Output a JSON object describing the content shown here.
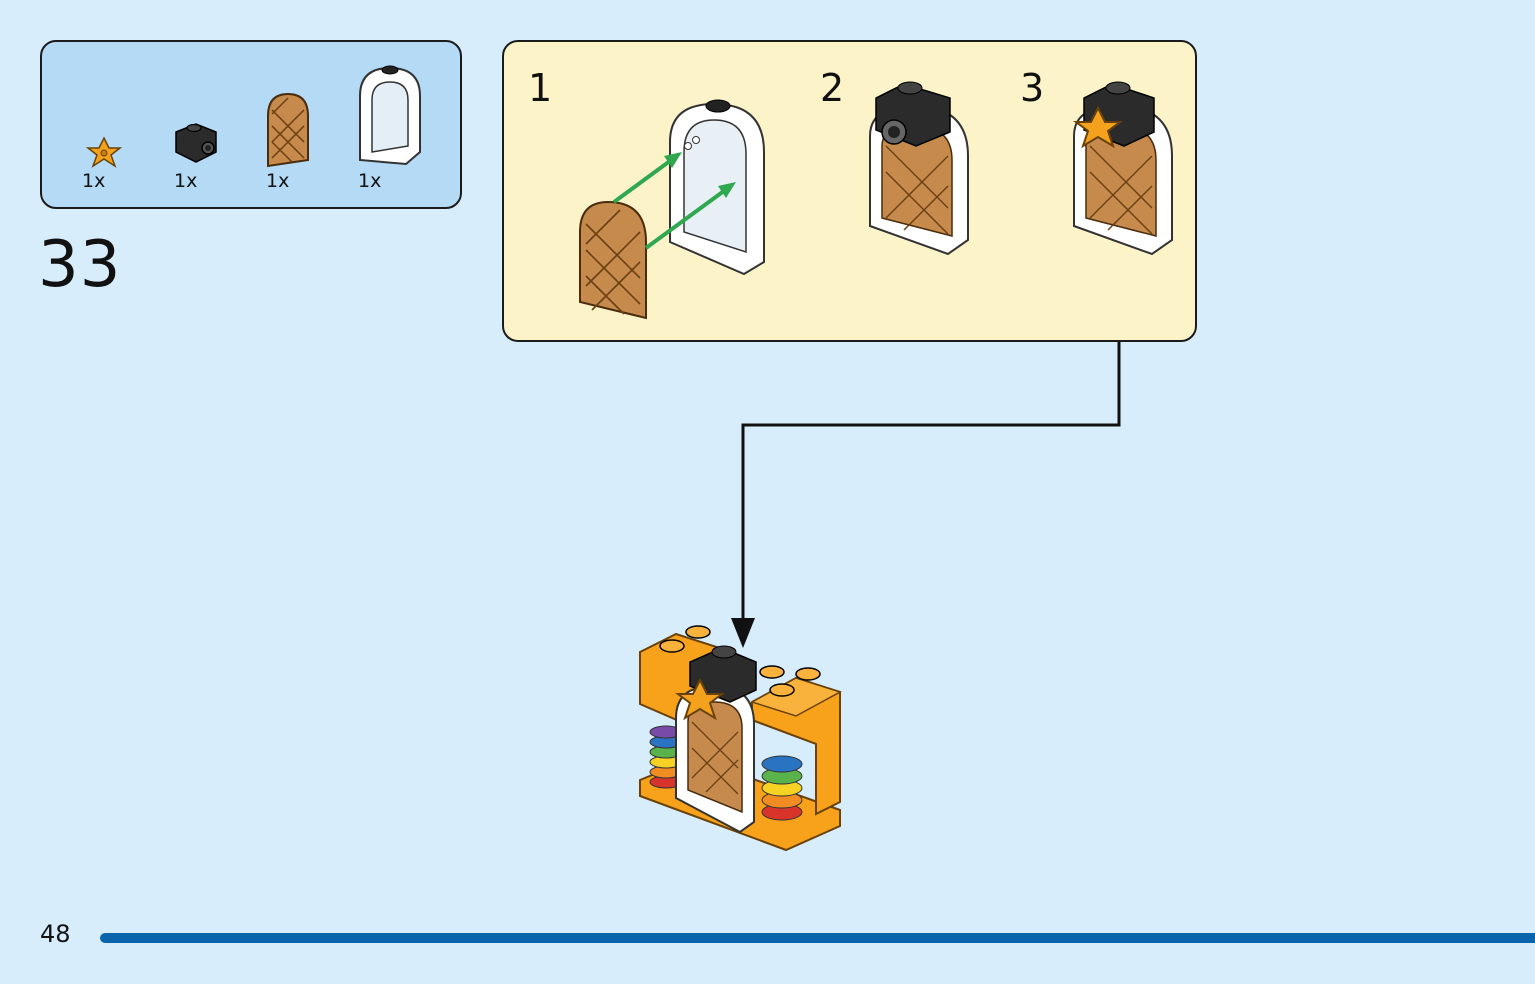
{
  "step": {
    "number": "33"
  },
  "parts_list": {
    "items": [
      {
        "name": "orange-star-piece",
        "qty": "1x",
        "icon": "star-icon",
        "color": "#f4a21d"
      },
      {
        "name": "black-bracket-plate",
        "qty": "1x",
        "icon": "bracket-icon",
        "color": "#2b2b2b"
      },
      {
        "name": "brown-lattice-window-door",
        "qty": "1x",
        "icon": "lattice-door-icon",
        "color": "#b8793d"
      },
      {
        "name": "white-arched-window-frame",
        "qty": "1x",
        "icon": "arch-frame-icon",
        "color": "#ffffff"
      }
    ]
  },
  "sub_steps": [
    {
      "number": "1"
    },
    {
      "number": "2"
    },
    {
      "number": "3"
    }
  ],
  "page": {
    "number": "48"
  },
  "colors": {
    "background": "#d8edfb",
    "parts_box": "#b4daf6",
    "sub_box": "#fdf3c9",
    "accent_bar": "#0a64ab",
    "arrow_green": "#2fa84f",
    "brick_orange": "#f7a21a"
  }
}
